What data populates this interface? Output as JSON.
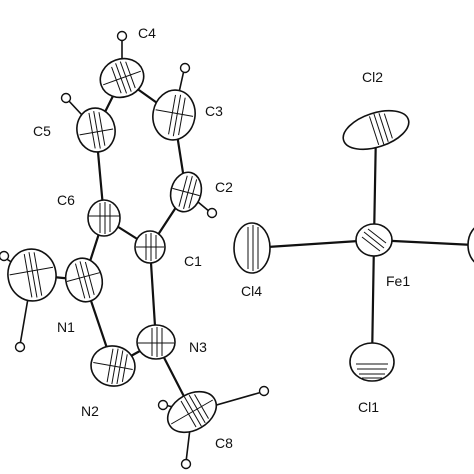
{
  "labels": {
    "C4": "C4",
    "Cl2": "Cl2",
    "C3": "C3",
    "C5": "C5",
    "C2": "C2",
    "C6": "C6",
    "C1": "C1",
    "Cl4": "Cl4",
    "Fe1": "Fe1",
    "N1": "N1",
    "N3": "N3",
    "N2": "N2",
    "C8": "C8",
    "Cl1": "Cl1"
  },
  "colors": {
    "line": "#111111",
    "background": "#ffffff"
  }
}
